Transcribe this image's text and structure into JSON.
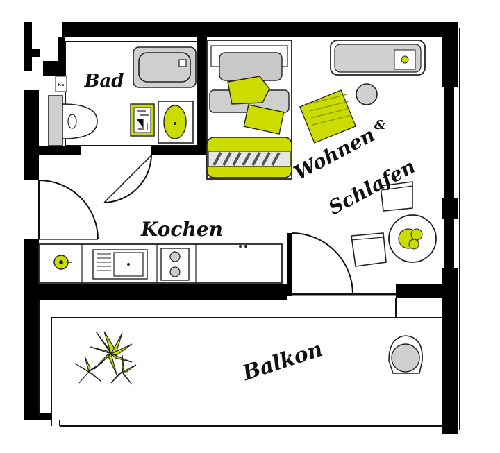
{
  "rooms": {
    "bad": "Bad",
    "kochen": "Kochen",
    "wohnen": "Wohnen",
    "und": "&",
    "schlafen": "Schlafen",
    "balkon": "Balkon"
  },
  "markers": {
    "re": "RE"
  },
  "colors": {
    "accent": "#cddc00",
    "wall": "#000000",
    "fixture_fill": "#cfcfcf",
    "background": "#ffffff"
  },
  "icons": [
    "toilet-icon",
    "bathtub-icon",
    "sink-icon",
    "bed-icon",
    "sofa-icon",
    "chair-icon",
    "table-icon",
    "plant-icon",
    "stove-icon",
    "kitchen-sink-icon"
  ]
}
